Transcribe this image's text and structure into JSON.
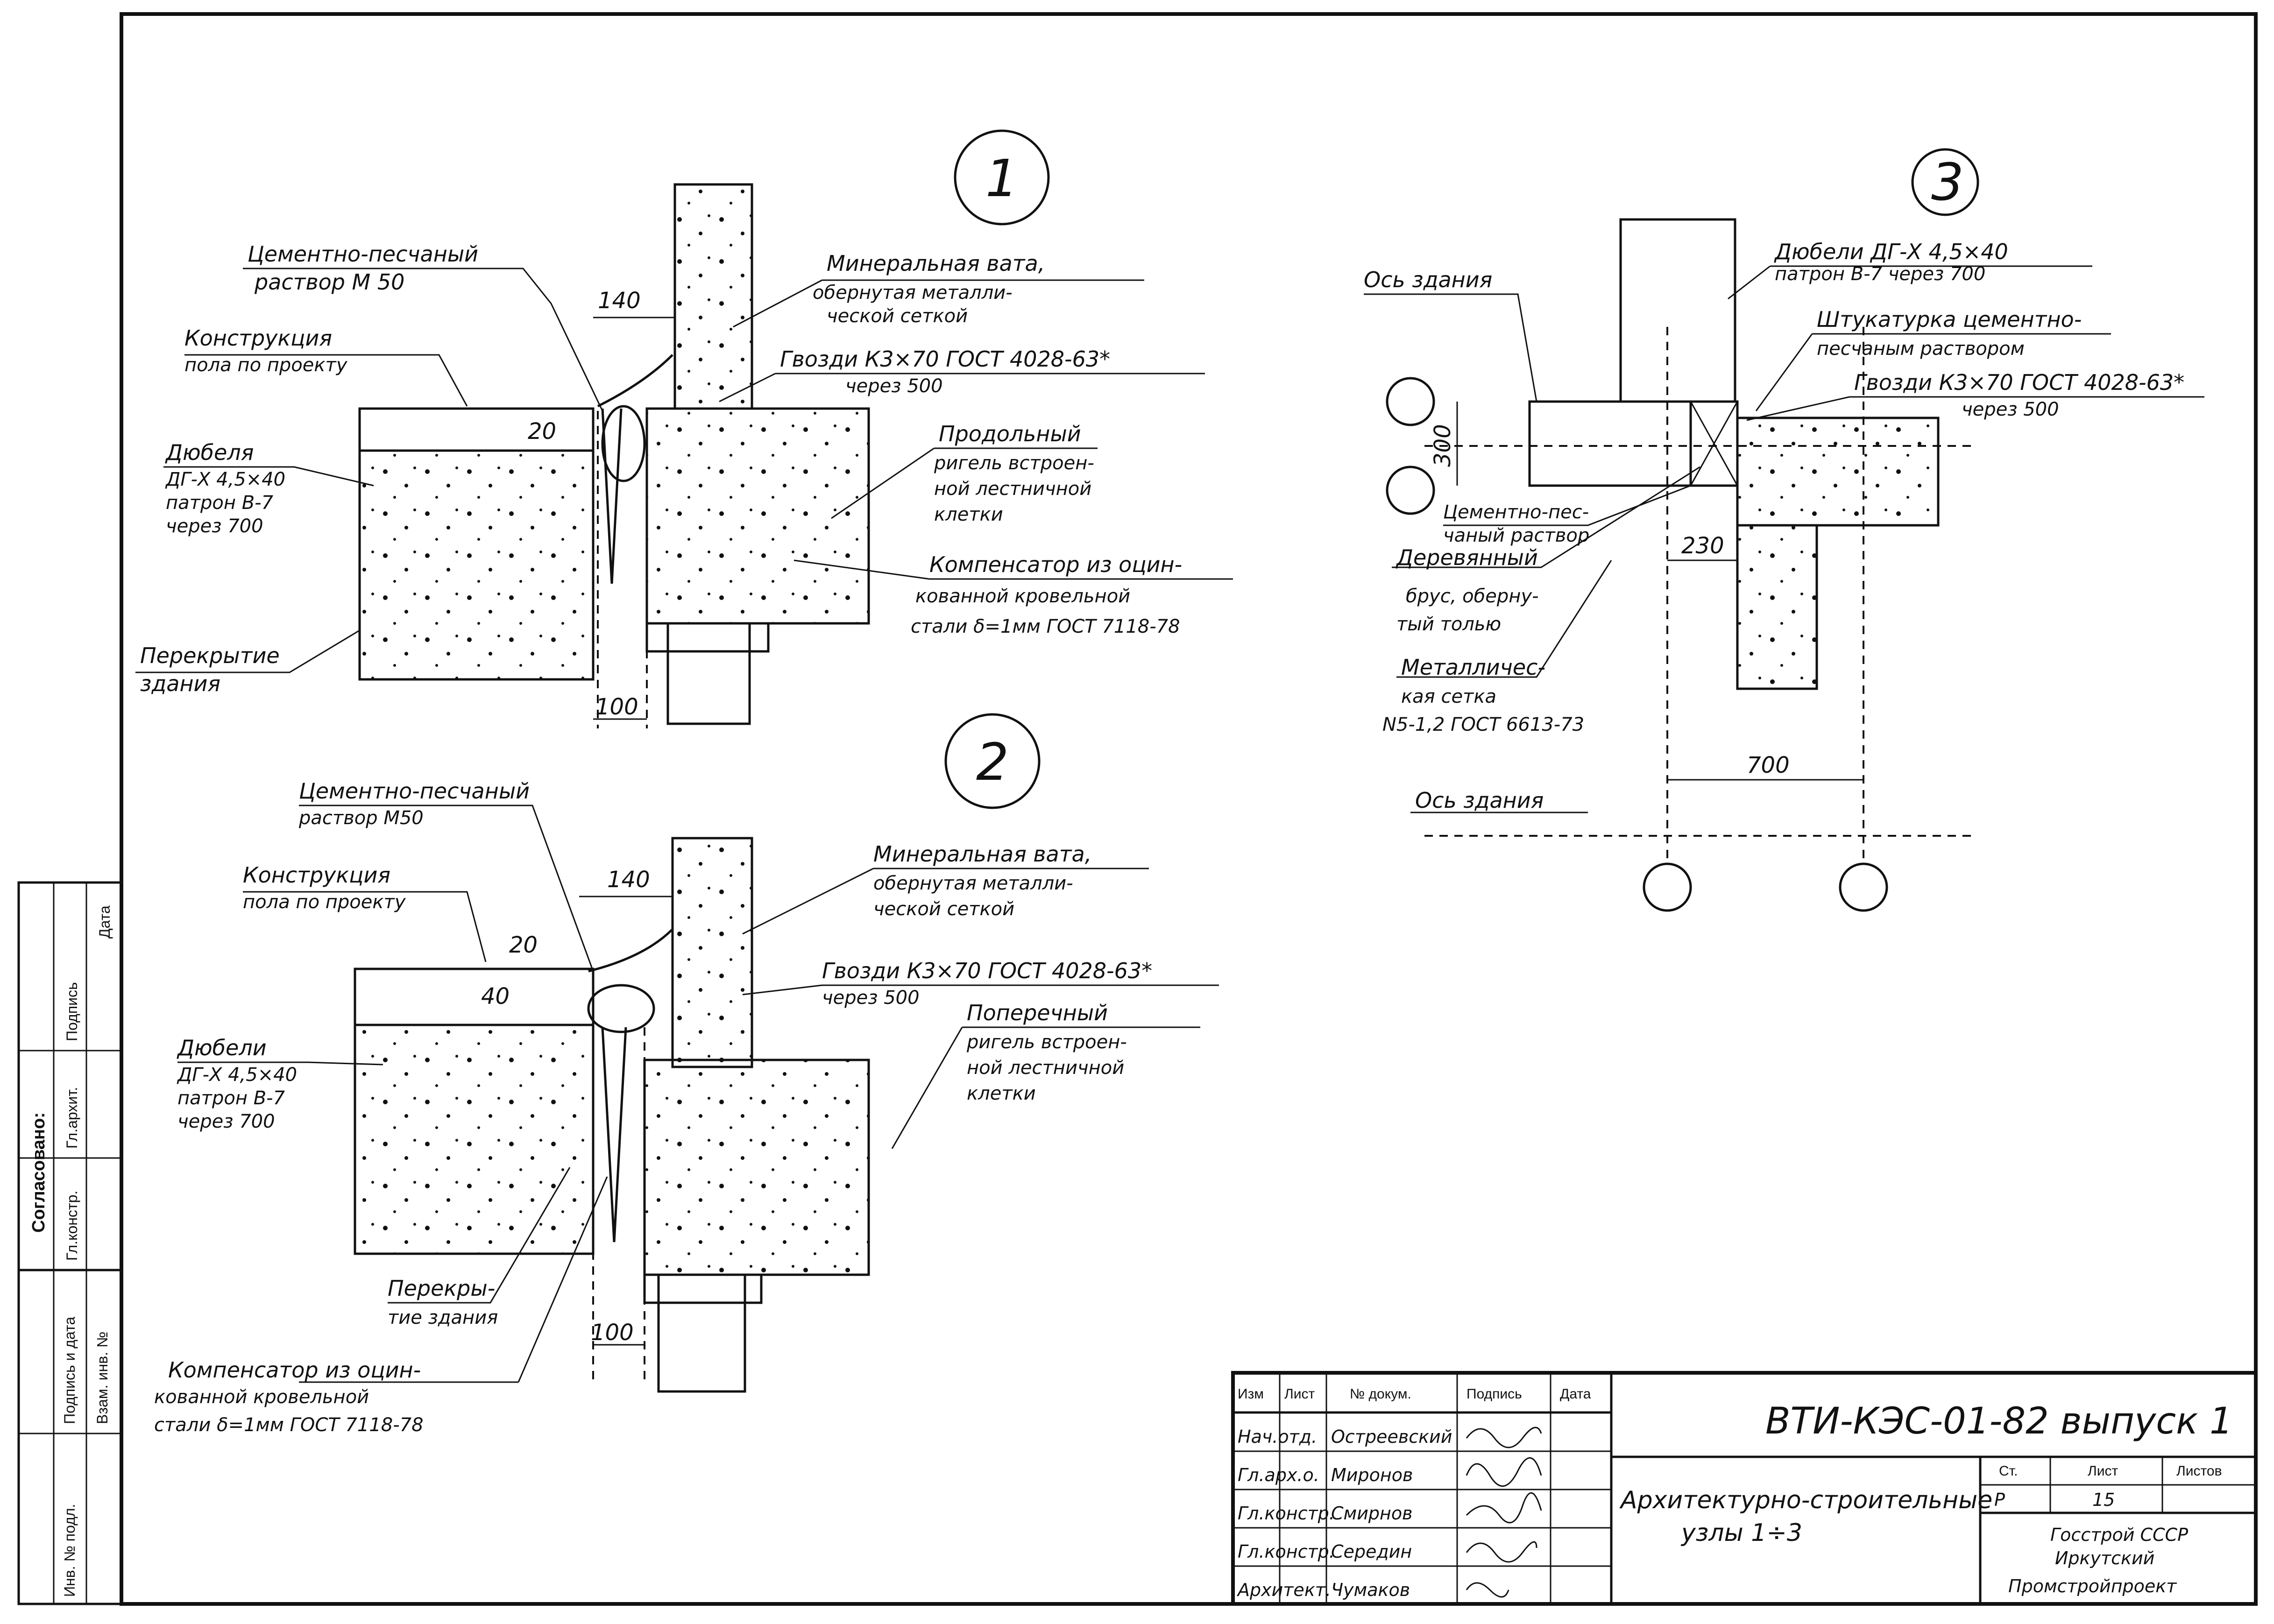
{
  "details": [
    {
      "number": "1",
      "labels": {
        "mortar": [
          "Цементно-песчаный",
          "раствор М 50"
        ],
        "floor_construction": [
          "Конструкция",
          "пола по проекту"
        ],
        "dowels": [
          "Дюбеля",
          "ДГ-X 4,5×40",
          "патрон В-7",
          "через 700"
        ],
        "slab": [
          "Перекрытие",
          "здания"
        ],
        "mineral_wool": [
          "Минеральная вата,",
          "обернутая металли-",
          "ческой сеткой"
        ],
        "nails": [
          "Гвозди К3×70 ГОСТ 4028-63*",
          "через 500"
        ],
        "girder": [
          "Продольный",
          "ригель встроен-",
          "ной лестничной",
          "клетки"
        ],
        "compensator": [
          "Компенсатор из оцин-",
          "кованной кровельной",
          "стали δ=1мм ГОСТ 7118-78"
        ]
      },
      "dims": [
        "140",
        "20",
        "100"
      ]
    },
    {
      "number": "2",
      "labels": {
        "mortar": [
          "Цементно-песчаный",
          "раствор М50"
        ],
        "floor_construction": [
          "Конструкция",
          "пола по проекту"
        ],
        "dowels": [
          "Дюбели",
          "ДГ-X 4,5×40",
          "патрон В-7",
          "через 700"
        ],
        "slab": [
          "Перекры-",
          "тие здания"
        ],
        "mineral_wool": [
          "Минеральная вата,",
          "обернутая металли-",
          "ческой сеткой"
        ],
        "nails": [
          "Гвозди К3×70 ГОСТ 4028-63*",
          "через 500"
        ],
        "girder": [
          "Поперечный",
          "ригель встроен-",
          "ной лестничной",
          "клетки"
        ],
        "compensator": [
          "Компенсатор из оцин-",
          "кованной кровельной",
          "стали δ=1мм ГОСТ 7118-78"
        ]
      },
      "dims": [
        "140",
        "20",
        "40",
        "100"
      ]
    },
    {
      "number": "3",
      "labels": {
        "axis_top": "Ось здания",
        "axis_bottom": "Ось здания",
        "dowels": [
          "Дюбели ДГ-X 4,5×40",
          "патрон В-7 через 700"
        ],
        "plaster": [
          "Штукатурка цементно-",
          "песчаным раствором"
        ],
        "nails": [
          "Гвозди К3×70 ГОСТ 4028-63*",
          "через 500"
        ],
        "mortar": [
          "Цементно-пес-",
          "чаный раствор"
        ],
        "timber": [
          "Деревянный",
          "брус, оберну-",
          "тый толью"
        ],
        "mesh": [
          "Металличес-",
          "кая сетка",
          "N5-1,2 ГОСТ 6613-73"
        ]
      },
      "dims": [
        "300",
        "230",
        "700"
      ]
    }
  ],
  "title_block": {
    "code": "ВТИ-КЭС-01-82 выпуск 1",
    "title_line1": "Архитектурно-строительные",
    "title_line2": "узлы 1÷3",
    "columns": [
      "Изм",
      "Лист",
      "№ докум.",
      "Подпись",
      "Дата"
    ],
    "roles": [
      "Нач.отд.",
      "Гл.арх.о.",
      "Гл.констр.",
      "Гл.констр.",
      "Архитект."
    ],
    "names": [
      "Остреевский",
      "Миронов",
      "Смирнов",
      "Середин",
      "Чумаков"
    ],
    "stage_header": "Ст.",
    "sheet_header": "Лист",
    "sheets_header": "Листов",
    "stage": "Р",
    "sheet": "15",
    "org_line1": "Госстрой СССР",
    "org_line2": "Иркутский",
    "org_line3": "Промстройпроект"
  },
  "approval_strip": {
    "heading": "Согласовано:",
    "rows": [
      "Гл.констр.",
      "Гл.архит.",
      "Подпись",
      "Дата"
    ],
    "inv_labels": [
      "Инв. № подл.",
      "Подпись и дата",
      "Взам. инв. №"
    ]
  }
}
